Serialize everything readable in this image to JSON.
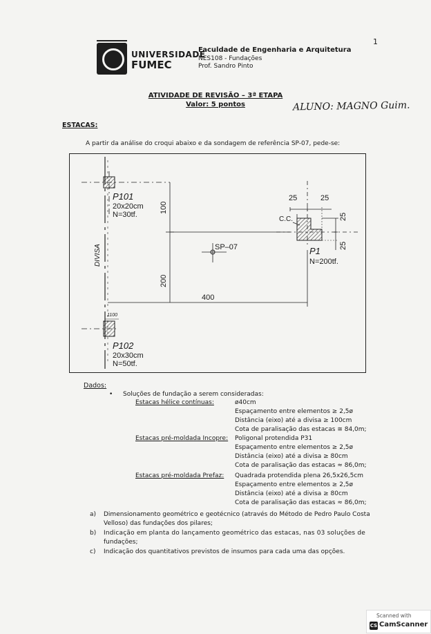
{
  "page_number": "1",
  "header": {
    "university_line1": "UNIVERSIDADE",
    "university_line2": "FUMEC",
    "faculty": "Faculdade de Engenharia e Arquitetura",
    "course": "NES108 - Fundações",
    "professor": "Prof. Sandro Pinto"
  },
  "title": {
    "line1": "ATIVIDADE DE REVISÃO – 3ª ETAPA",
    "line2": "Valor: 5 pontos"
  },
  "student": "ALUNO: MAGNO Guim.",
  "section": "ESTACAS:",
  "intro": "A partir da análise do croqui abaixo e da sondagem de referência SP-07, pede-se:",
  "drawing": {
    "p101_name": "P101",
    "p101_size": "20x20cm",
    "p101_load": "N=30tf.",
    "p102_name": "P102",
    "p102_size": "20x30cm",
    "p102_load": "N=50tf.",
    "p1_name": "P1",
    "p1_load": "N=200tf.",
    "sp": "SP–07",
    "divisa": "DIVISA",
    "cc": "C.C.",
    "dim_100": "100",
    "dim_200": "200",
    "dim_400": "400",
    "dim_25a": "25",
    "dim_25b": "25",
    "dim_25c": "25",
    "dim_25d": "25",
    "dim_hand": "1100"
  },
  "dados": {
    "label": "Dados:",
    "intro": "Soluções de fundação a serem consideradas:",
    "solutions": [
      {
        "name": "Estacas hélice contínuas:",
        "lines": [
          "ø40cm",
          "Espaçamento entre elementos ≥ 2,5ø",
          "Distância (eixo) até a divisa ≥ 100cm",
          "Cota de paralisação das estacas ≅ 84,0m;"
        ]
      },
      {
        "name": "Estacas pré-moldada Incopre:",
        "lines": [
          "Poligonal protendida P31",
          "Espaçamento entre elementos ≥ 2,5ø",
          "Distância (eixo) até a divisa ≥ 80cm",
          "Cota de paralisação das estacas ≈ 86,0m;"
        ]
      },
      {
        "name": "Estacas pré-moldada Prefaz:",
        "lines": [
          "Quadrada protendida plena 26,5x26,5cm",
          "Espaçamento entre elementos ≥ 2,5ø",
          "Distância (eixo) até a divisa ≥ 80cm",
          "Cota de paralisação das estacas ≈ 86,0m;"
        ]
      }
    ]
  },
  "questions": [
    {
      "label": "a)",
      "line1": "Dimensionamento geométrico e geotécnico (através do Método de Pedro Paulo Costa",
      "line2": "Velloso) das fundações dos pilares;"
    },
    {
      "label": "b)",
      "line1": "Indicação em planta do lançamento geométrico das estacas, nas 03 soluções de",
      "line2": "fundações;"
    },
    {
      "label": "c)",
      "line1": "Indicação dos quantitativos previstos de insumos para cada uma das opções.",
      "line2": ""
    }
  ],
  "scanner": {
    "line1": "Scanned with",
    "line2": "CamScanner",
    "icon": "CS"
  }
}
